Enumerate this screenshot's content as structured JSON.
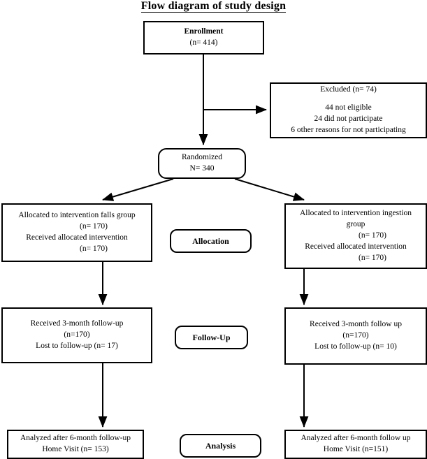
{
  "title": "Flow diagram of study design",
  "boxes": {
    "enrollment": {
      "heading": "Enrollment",
      "count": "(n= 414)"
    },
    "excluded": {
      "heading": "Excluded (n= 74)",
      "reasons": [
        "44 not eligible",
        "24 did not participate",
        "6 other reasons for not participating"
      ]
    },
    "randomized": {
      "heading": "Randomized",
      "count": "N= 340"
    },
    "allocation_left": {
      "line1": "Allocated to intervention falls group",
      "line2": "(n= 170)",
      "line3": "Received allocated intervention",
      "line4": "(n= 170)"
    },
    "allocation_right": {
      "line1": "Allocated to intervention ingestion",
      "line2": "group",
      "line3": "(n= 170)",
      "line4": "Received allocated intervention",
      "line5": "(n= 170)"
    },
    "followup_left": {
      "line1": "Received 3-month follow-up",
      "line2": "(n=170)",
      "line3": "Lost to follow-up (n= 17)"
    },
    "followup_right": {
      "line1": "Received 3-month follow up",
      "line2": "(n=170)",
      "line3": "Lost to follow-up (n= 10)"
    },
    "analysis_left": {
      "line1": "Analyzed after 6-month follow-up",
      "line2": "Home Visit (n= 153)"
    },
    "analysis_right": {
      "line1": "Analyzed after 6-month follow up",
      "line2": "Home Visit (n=151)"
    }
  },
  "stages": {
    "allocation": "Allocation",
    "followup": "Follow-Up",
    "analysis": "Analysis"
  },
  "colors": {
    "stroke": "#000000",
    "background": "#ffffff"
  }
}
